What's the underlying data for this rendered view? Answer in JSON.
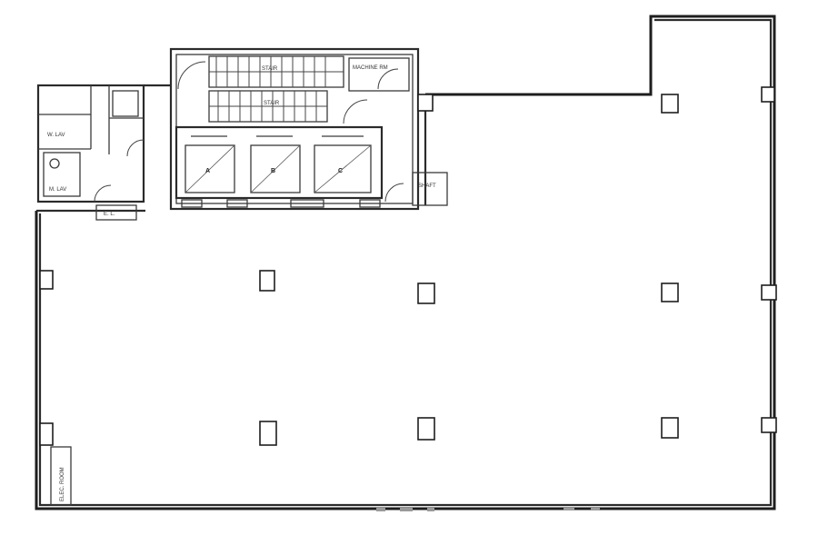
{
  "labels": {
    "elevator_machine": "MACHINE RM",
    "stair_1": "STAIR",
    "stair_2": "STAIR",
    "elevator_a": "A",
    "elevator_b": "B",
    "elevator_c": "C",
    "lav_1": "W. LAV",
    "lav_2": "M. LAV",
    "electric": "E. L.",
    "shaft": "SHAFT",
    "side_room": "ELEC. ROOM"
  },
  "colors": {
    "line": "#2b2b2b",
    "background": "#ffffff"
  }
}
